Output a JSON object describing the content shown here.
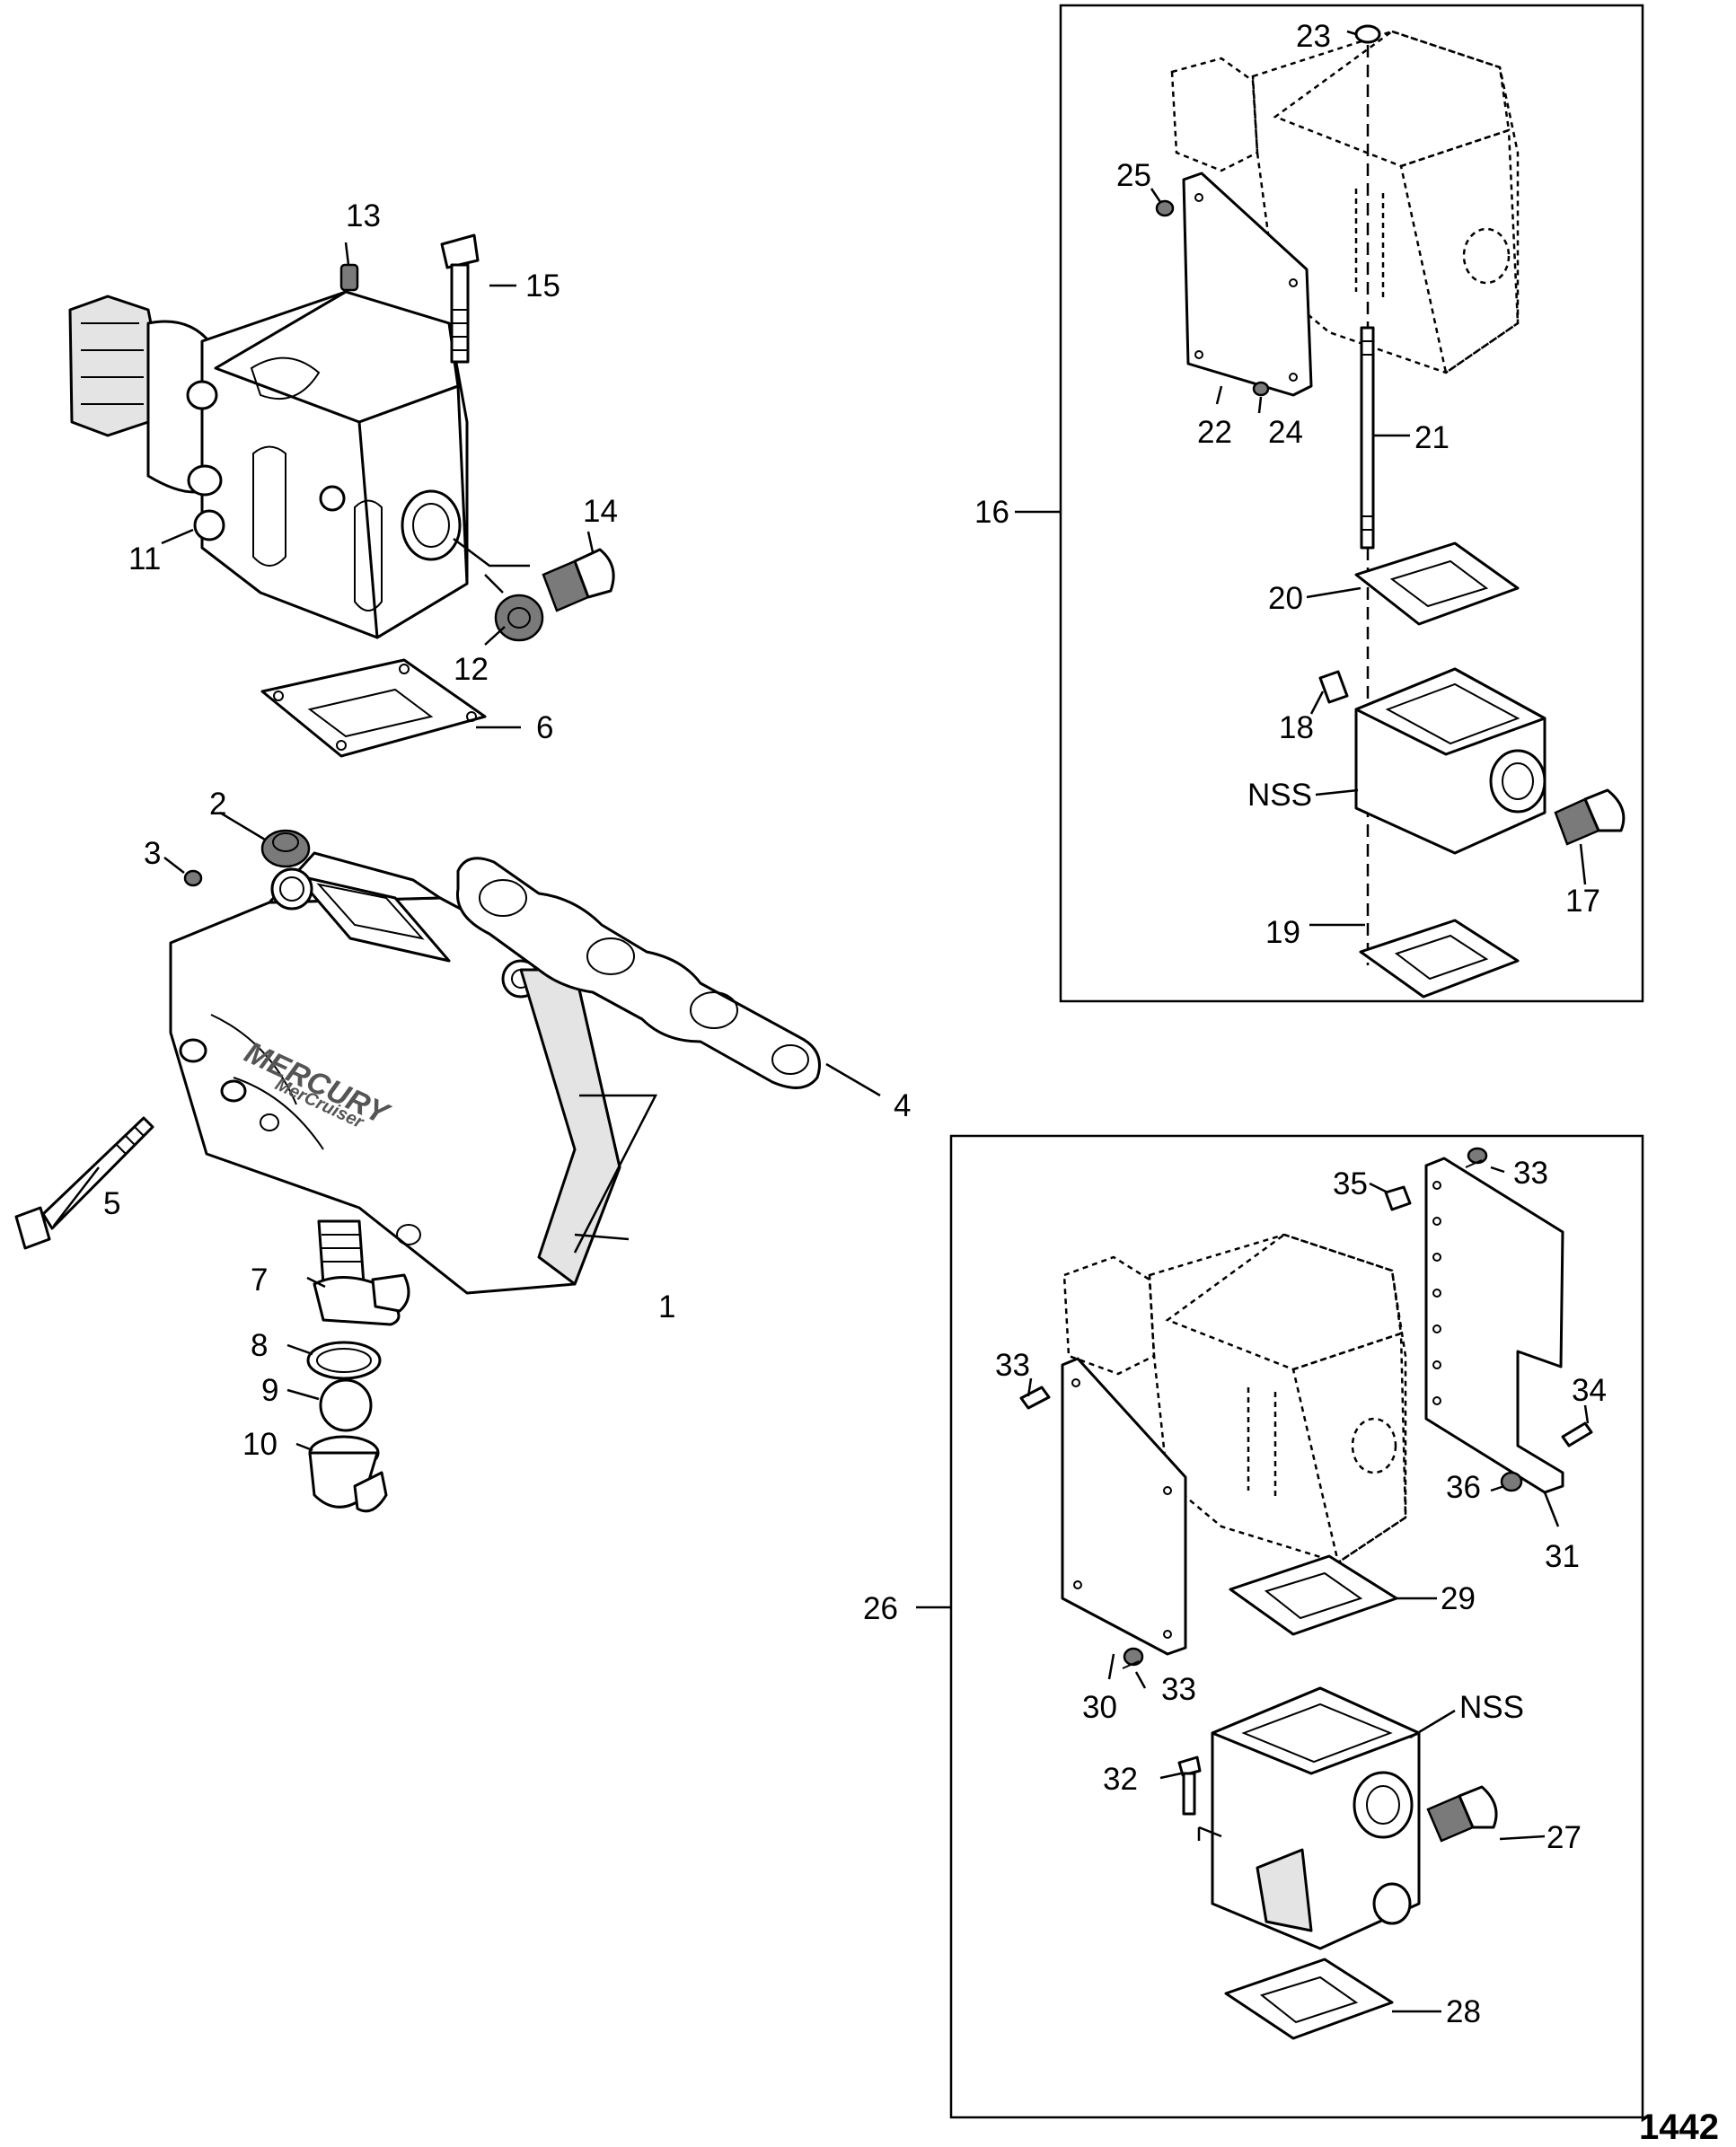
{
  "figure_number": "1442",
  "brand_mark": "MERCURY",
  "brand_sub": "MerCruiser",
  "callouts": [
    {
      "id": "c1",
      "text": "1"
    },
    {
      "id": "c2",
      "text": "2"
    },
    {
      "id": "c3",
      "text": "3"
    },
    {
      "id": "c4",
      "text": "4"
    },
    {
      "id": "c5",
      "text": "5"
    },
    {
      "id": "c6",
      "text": "6"
    },
    {
      "id": "c7",
      "text": "7"
    },
    {
      "id": "c8",
      "text": "8"
    },
    {
      "id": "c9",
      "text": "9"
    },
    {
      "id": "c10",
      "text": "10"
    },
    {
      "id": "c11",
      "text": "11"
    },
    {
      "id": "c12",
      "text": "12"
    },
    {
      "id": "c13",
      "text": "13"
    },
    {
      "id": "c14",
      "text": "14"
    },
    {
      "id": "c15",
      "text": "15"
    },
    {
      "id": "c16",
      "text": "16"
    },
    {
      "id": "c17",
      "text": "17"
    },
    {
      "id": "c18",
      "text": "18"
    },
    {
      "id": "c19",
      "text": "19"
    },
    {
      "id": "c20",
      "text": "20"
    },
    {
      "id": "c21",
      "text": "21"
    },
    {
      "id": "c22",
      "text": "22"
    },
    {
      "id": "c23",
      "text": "23"
    },
    {
      "id": "c24",
      "text": "24"
    },
    {
      "id": "c25",
      "text": "25"
    },
    {
      "id": "cnss1",
      "text": "NSS"
    },
    {
      "id": "c26",
      "text": "26"
    },
    {
      "id": "c27",
      "text": "27"
    },
    {
      "id": "c28",
      "text": "28"
    },
    {
      "id": "c29",
      "text": "29"
    },
    {
      "id": "c30",
      "text": "30"
    },
    {
      "id": "c31",
      "text": "31"
    },
    {
      "id": "c32",
      "text": "32"
    },
    {
      "id": "c33a",
      "text": "33"
    },
    {
      "id": "c33b",
      "text": "33"
    },
    {
      "id": "c33c",
      "text": "33"
    },
    {
      "id": "c34",
      "text": "34"
    },
    {
      "id": "c35",
      "text": "35"
    },
    {
      "id": "c36",
      "text": "36"
    },
    {
      "id": "cnss2",
      "text": "NSS"
    }
  ]
}
